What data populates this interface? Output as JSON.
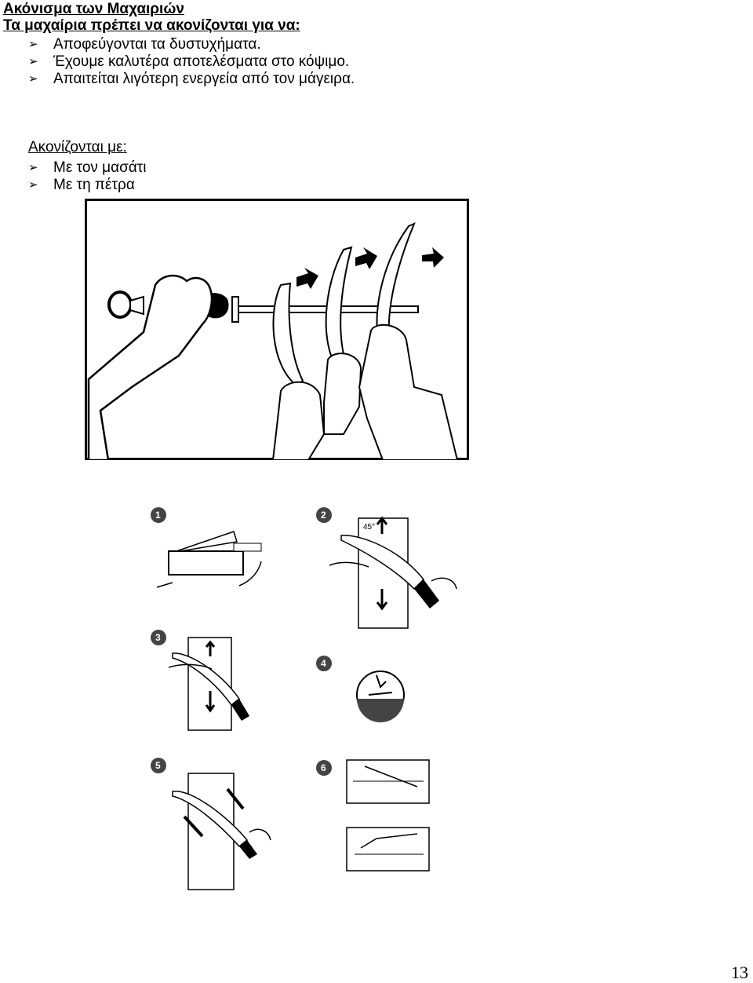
{
  "heading_main": "Ακόνισμα των Μαχαιριών",
  "heading_sub": "Τα μαχαίρια πρέπει να ακονίζονται για να:",
  "reasons": [
    "Αποφεύγονται τα δυστυχήματα.",
    "Έχουμε καλυτέρα αποτελέσματα στο κόψιμο.",
    "Απαιτείται λιγότερη ενεργεία από τον μάγειρα."
  ],
  "methods_heading": "Ακονίζονται με:",
  "methods": [
    "Με τον μασάτι",
    "Με τη πέτρα"
  ],
  "bullet_icon": "chevron-arrow-icon",
  "steps": [
    "1",
    "2",
    "3",
    "4",
    "5",
    "6"
  ],
  "angle_label": "45°",
  "page_number": "13"
}
